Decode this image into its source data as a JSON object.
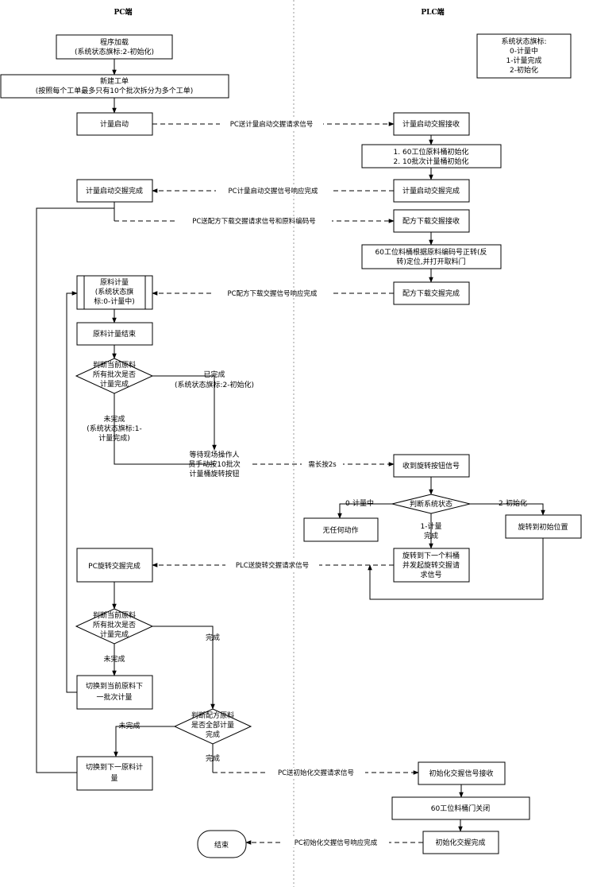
{
  "headers": {
    "pc": "PC端",
    "plc": "PLC端"
  },
  "legend": [
    "系统状态旗标:",
    "0-计量中",
    "1-计量完成",
    "2-初始化"
  ],
  "pc": {
    "load": [
      "程序加载",
      "(系统状态旗标:2-初始化)"
    ],
    "newjob": [
      "新建工单",
      "(按照每个工单最多只有10个批次拆分为多个工单)"
    ],
    "start": "计量启动",
    "start_done": "计量启动交握完成",
    "meter": [
      "原料计量",
      "(系统状态旗",
      "标:0-计量中)"
    ],
    "meter_end": "原料计量结束",
    "judge1": [
      "判断当前原料",
      "所有批次是否",
      "计量完成"
    ],
    "done1": [
      "已完成",
      "(系统状态旗标:2-初始化)"
    ],
    "undone1": [
      "未完成",
      "(系统状态旗标:1-",
      "计量完成)"
    ],
    "wait": [
      "等待现场操作人",
      "员手动按10批次",
      "计量桶旋转按钮"
    ],
    "rot_done": "PC旋转交握完成",
    "judge2": [
      "判断当前原料",
      "所有批次是否",
      "计量完成"
    ],
    "done2": "完成",
    "undone2": "未完成",
    "next_batch": [
      "切换到当前原料下",
      "一批次计量"
    ],
    "judge3": [
      "判断配方原料",
      "是否全部计量",
      "完成"
    ],
    "undone3": "未完成",
    "done3": "完成",
    "next_mat": [
      "切换到下一原料计",
      "量"
    ],
    "end": "结束"
  },
  "plc": {
    "start_recv": "计量启动交握接收",
    "init": [
      "1. 60工位原料桶初始化",
      "2. 10批次计量桶初始化"
    ],
    "start_done": "计量启动交握完成",
    "recipe_recv": "配方下载交握接收",
    "position": [
      "60工位料桶根据原料编码号正转(反",
      "转)定位,并打开取料门"
    ],
    "recipe_done": "配方下载交握完成",
    "btn_recv": "收到旋转按钮信号",
    "judge": "判断系统状态",
    "s0": "0-计量中",
    "s1": [
      "1-计量",
      "完成"
    ],
    "s2": "2-初始化",
    "noop": "无任何动作",
    "rotate_init": "旋转到初始位置",
    "rotate_next": [
      "旋转到下一个料桶",
      "并发起旋转交握请",
      "求信号"
    ],
    "init_recv": "初始化交握信号接收",
    "door_close": "60工位料桶门关闭",
    "init_done": "初始化交握完成"
  },
  "signals": {
    "s1": "PC送计量启动交握请求信号",
    "s2": "PC计量启动交握信号响应完成",
    "s3": "PC送配方下载交握请求信号和原料编码号",
    "s4": "PC配方下载交握信号响应完成",
    "s5": "需长按2s",
    "s6": "PLC送旋转交握请求信号",
    "s7": "PC送初始化交握请求信号",
    "s8": "PC初始化交握信号响应完成"
  }
}
